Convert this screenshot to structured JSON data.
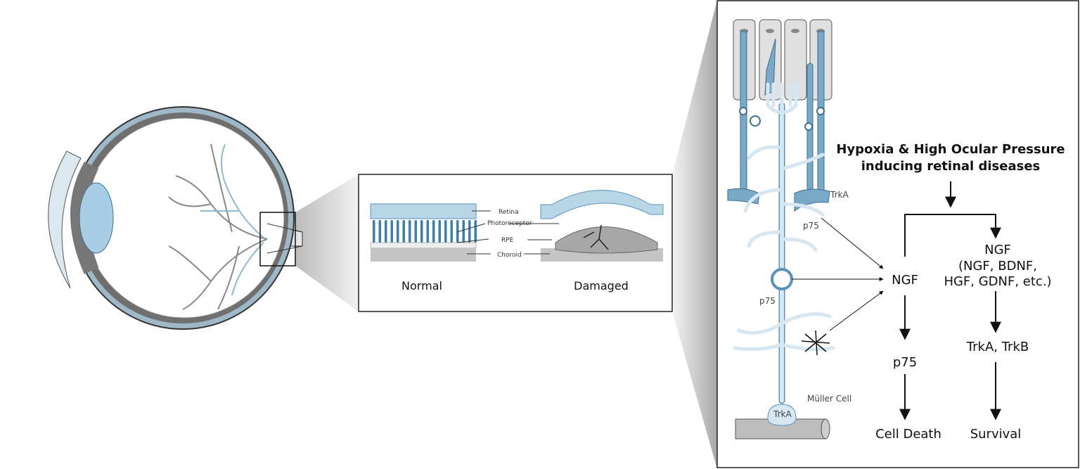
{
  "colors": {
    "retina_blue": "#b9d6e6",
    "neuron_blue": "#5b93b8",
    "tissue_gray": "#c4c4c4",
    "outline": "#333333"
  },
  "cross_section": {
    "labels": {
      "retina": "Retina",
      "photoreceptor": "Photoreceptor",
      "rpe": "RPE",
      "choroid": "Choroid"
    },
    "normal_caption": "Normal",
    "damaged_caption": "Damaged"
  },
  "cell_diagram": {
    "trka_top": "TrkA",
    "p75_top": "p75",
    "p75_mid": "p75",
    "muller_cell": "Müller Cell",
    "trka_foot": "TrkA"
  },
  "pathway": {
    "title_line1": "Hypoxia & High Ocular Pressure",
    "title_line2": "inducing retinal diseases",
    "ngf_left": "NGF",
    "ngf_right_line1": "NGF",
    "ngf_right_line2": "(NGF, BDNF,",
    "ngf_right_line3": "HGF, GDNF, etc.)",
    "p75": "p75",
    "trk": "TrkA, TrkB",
    "cell_death": "Cell Death",
    "survival": "Survival"
  }
}
